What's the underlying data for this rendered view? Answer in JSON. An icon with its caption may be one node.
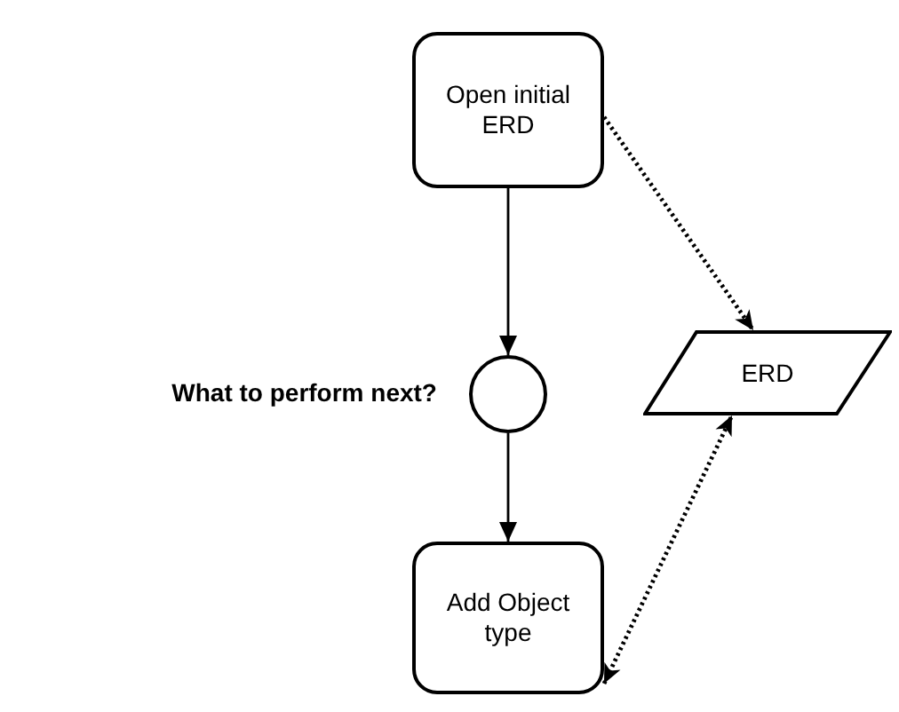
{
  "diagram": {
    "nodes": [
      {
        "text": [
          "Open initial ERD"
        ]
      },
      {
        "text": [],
        "shape": "circle",
        "beside": [
          "What to perform next?"
        ]
      },
      {
        "text": [
          "Add Object type"
        ]
      },
      {
        "text": [
          "ERD"
        ]
      }
    ],
    "edges": [
      {
        "from": 0,
        "to": 1,
        "arrow": "to"
      },
      {
        "from": 1,
        "to": 2,
        "arrow": "to"
      },
      {
        "from": 0,
        "to": 3,
        "arrow": "to",
        "style": "dashed"
      },
      {
        "from": 2,
        "to": 3,
        "arrow": "both",
        "style": "dashed"
      }
    ]
  }
}
